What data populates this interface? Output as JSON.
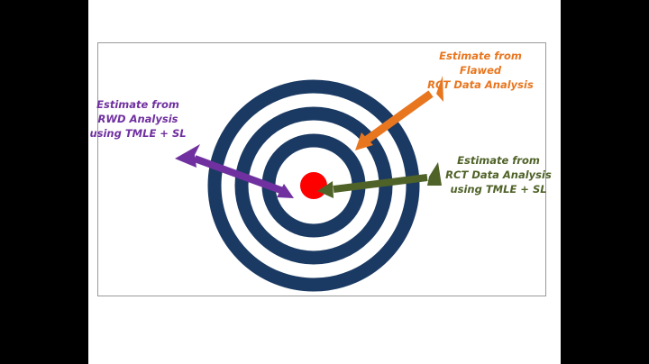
{
  "colors": {
    "page_background": "#000000",
    "slide_background": "#ffffff",
    "frame_border": "#9a9a9a",
    "ring": "#1b3a63",
    "bullseye": "#ff0000",
    "arrow_rwd": "#7030a0",
    "arrow_flawed": "#e8761f",
    "arrow_rct": "#4f6228"
  },
  "target": {
    "ring_count": 3,
    "center_icon": "red-bullseye-dot"
  },
  "labels": {
    "flawed": {
      "line1": "Estimate from",
      "line2": "Flawed",
      "line3": "RCT Data Analysis"
    },
    "rwd": {
      "line1": "Estimate from",
      "line2": "RWD Analysis",
      "line3": "using TMLE + SL"
    },
    "rct": {
      "line1": "Estimate from",
      "line2": "RCT Data Analysis",
      "line3": "using TMLE + SL"
    }
  }
}
